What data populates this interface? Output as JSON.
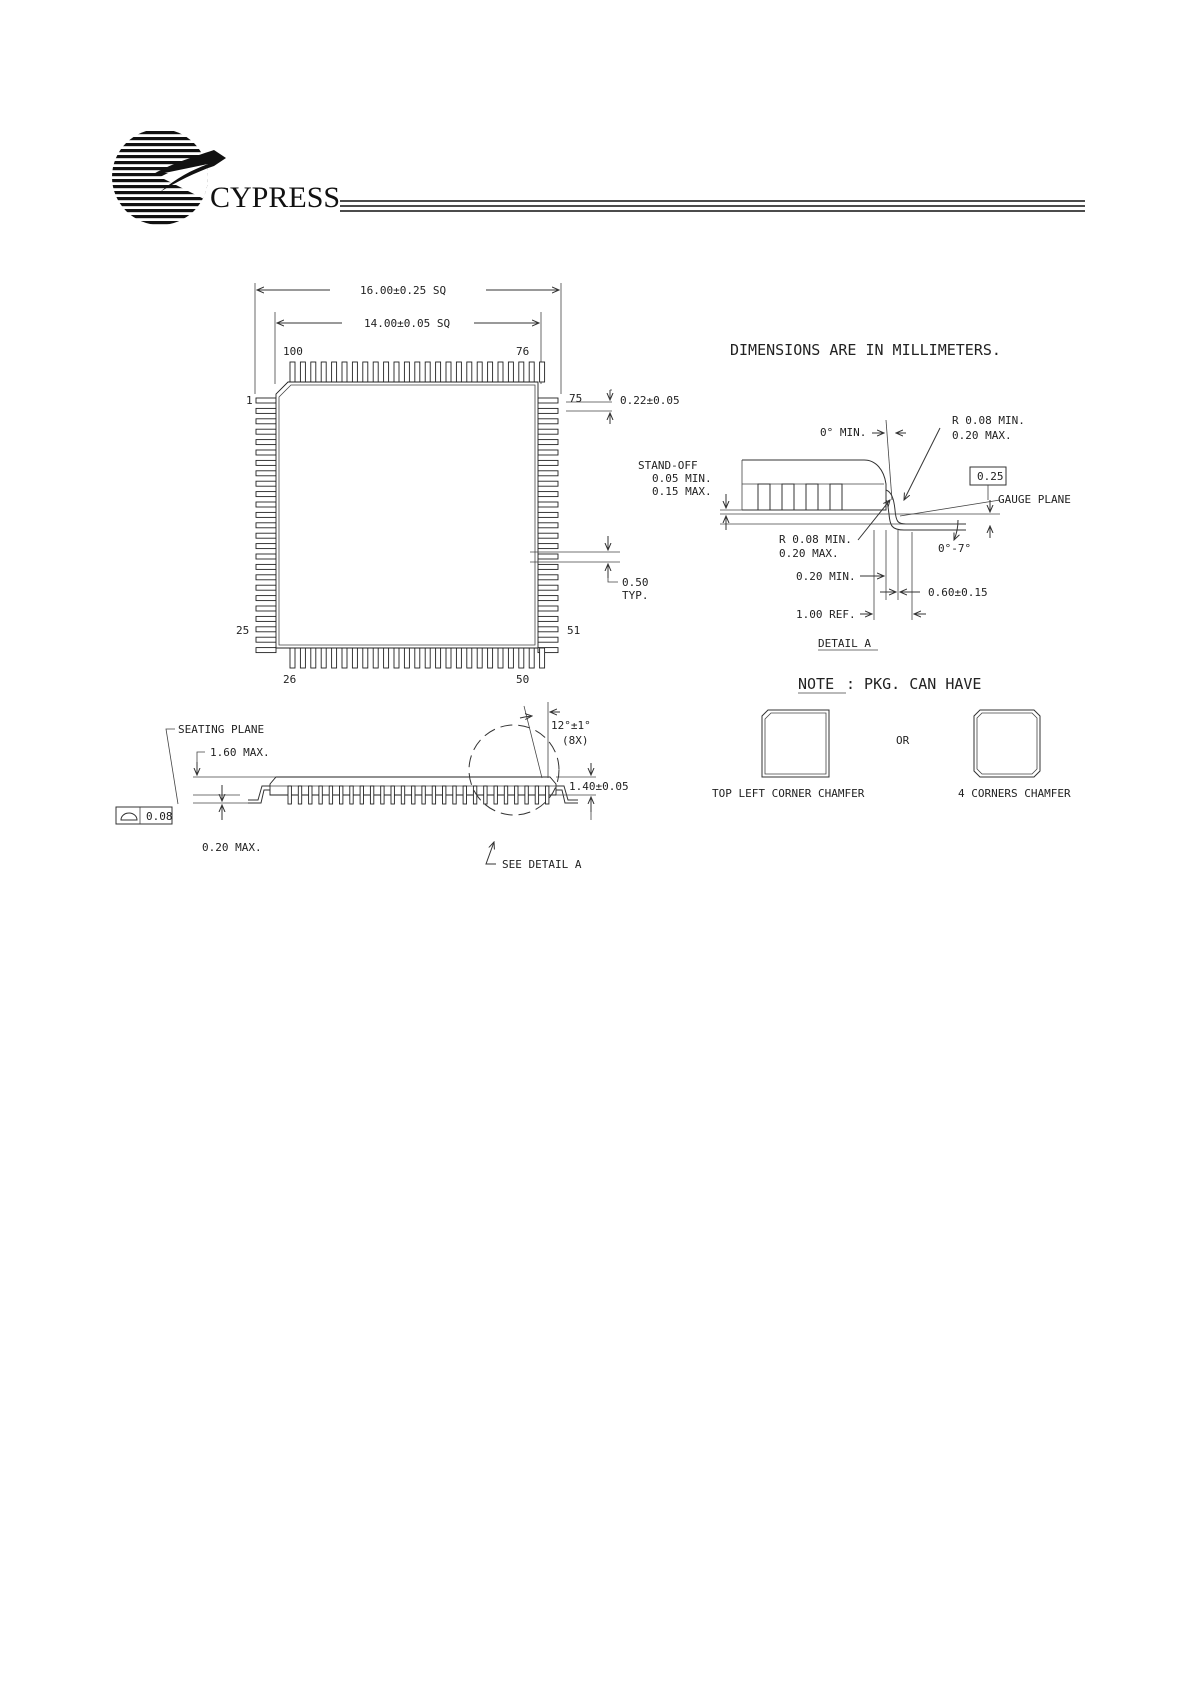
{
  "header": {
    "brand": "CYPRESS",
    "logo_icon": "cypress-tree-logo-icon"
  },
  "top_view": {
    "dim_outer": "16.00±0.25 SQ",
    "dim_inner": "14.00±0.05 SQ",
    "pin_1": "1",
    "pin_25": "25",
    "pin_26": "26",
    "pin_50": "50",
    "pin_51": "51",
    "pin_75": "75",
    "pin_76": "76",
    "pin_100": "100",
    "lead_width": "0.22±0.05",
    "pitch_value": "0.50",
    "pitch_suffix": "TYP."
  },
  "side_view": {
    "seating_plane": "SEATING PLANE",
    "max_height": "1.60 MAX.",
    "coplanarity": "0.08",
    "standoff_max": "0.20 MAX.",
    "body_thickness": "1.40±0.05",
    "angle": "12°±1°",
    "angle_count": "(8X)",
    "see_detail": "SEE DETAIL A"
  },
  "detail_a": {
    "units_note": "DIMENSIONS ARE IN MILLIMETERS.",
    "min_angle": "0° MIN.",
    "radius_top_min": "R 0.08 MIN.",
    "radius_top_max": "0.20 MAX.",
    "standoff_title": "STAND-OFF",
    "standoff_min": "0.05 MIN.",
    "standoff_max": "0.15 MAX.",
    "gauge_box": "0.25",
    "gauge_plane": "GAUGE PLANE",
    "radius_bottom_min": "R 0.08 MIN.",
    "radius_bottom_max": "0.20 MAX.",
    "angle_range": "0°-7°",
    "flat_min": "0.20 MIN.",
    "foot_length": "0.60±0.15",
    "lead_ref": "1.00 REF.",
    "title": "DETAIL A"
  },
  "note": {
    "label": "NOTE",
    "text": ": PKG. CAN HAVE",
    "or": "OR",
    "option_1": "TOP LEFT CORNER CHAMFER",
    "option_2": "4 CORNERS CHAMFER"
  }
}
